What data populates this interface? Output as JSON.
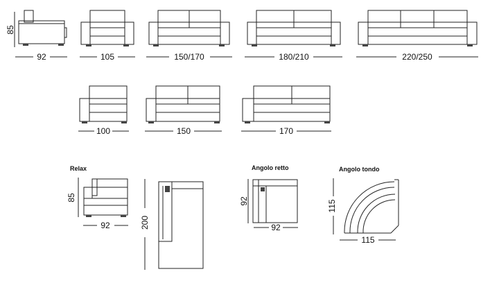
{
  "row1": {
    "side_depth": "92",
    "side_height": "85",
    "w105": "105",
    "w150_170": "150/170",
    "w180_210": "180/210",
    "w220_250": "220/250"
  },
  "row2": {
    "w100": "100",
    "w150": "150",
    "w170": "170"
  },
  "bottom": {
    "relax_title": "Relax",
    "relax_height": "85",
    "relax_depth": "92",
    "chaise_length": "200",
    "angolo_retto_title": "Angolo retto",
    "angolo_retto_h": "92",
    "angolo_retto_w": "92",
    "angolo_tondo_title": "Angolo tondo",
    "angolo_tondo_h": "115",
    "angolo_tondo_w": "115"
  }
}
